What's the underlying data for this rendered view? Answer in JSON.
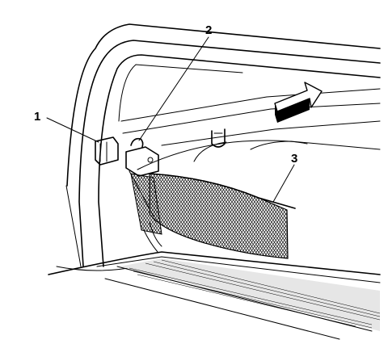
{
  "callouts": [
    {
      "id": "1",
      "label": "1"
    },
    {
      "id": "2",
      "label": "2"
    },
    {
      "id": "3",
      "label": "3"
    }
  ],
  "icons": {
    "direction_arrow": "forward-arrow-icon"
  }
}
